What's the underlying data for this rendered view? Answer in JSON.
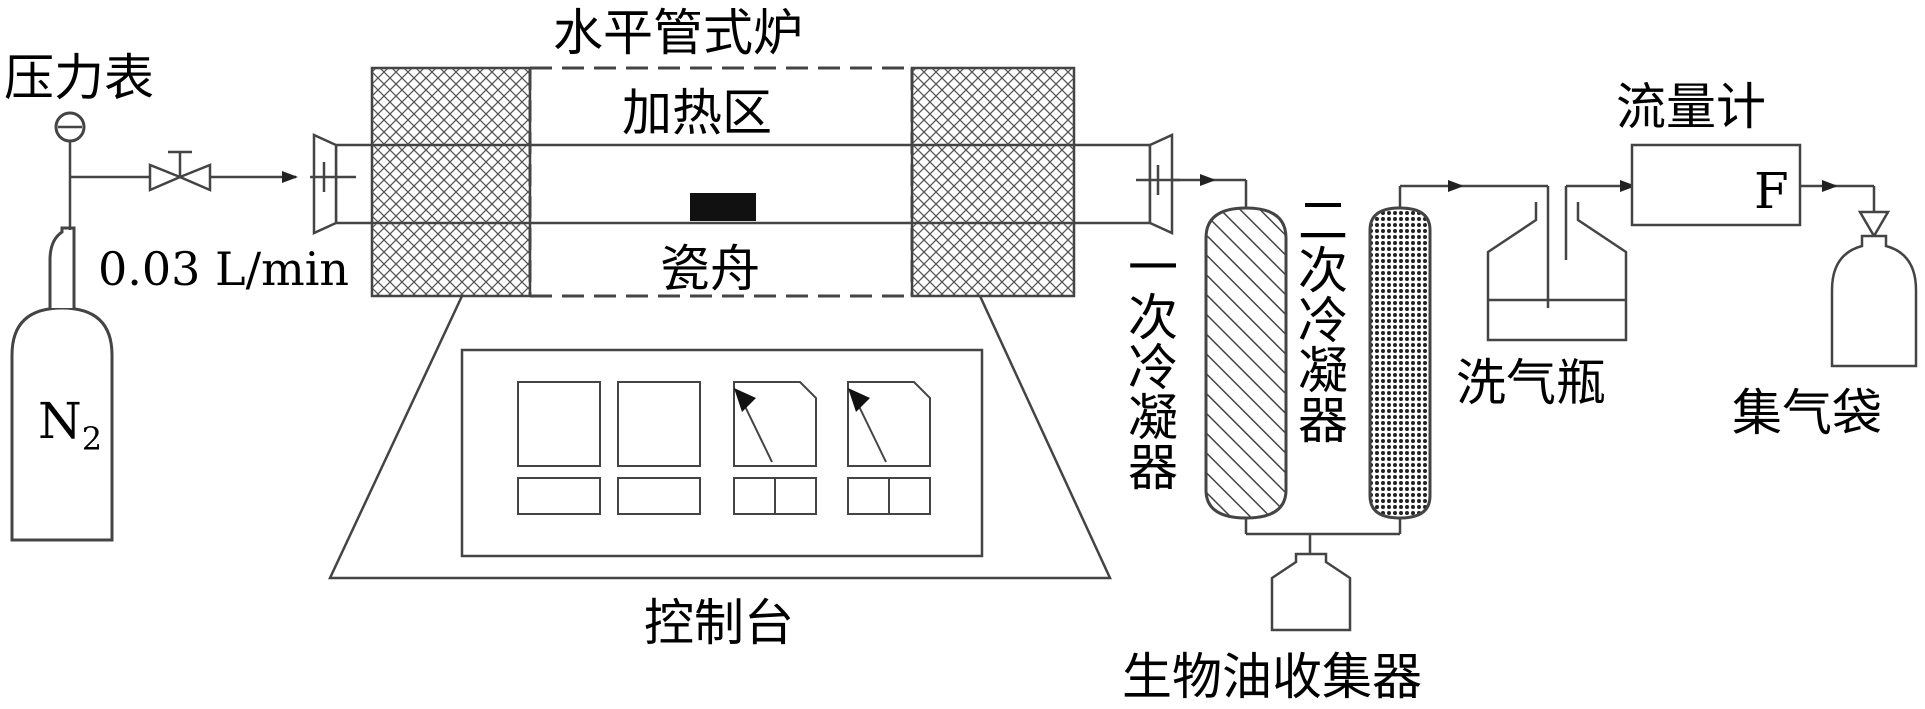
{
  "labels": {
    "pressure_gauge": "压力表",
    "flow_rate": "0.03 L/min",
    "n2_base": "N",
    "n2_sub": "2",
    "tube_furnace": "水平管式炉",
    "heating_zone": "加热区",
    "porcelain_boat": "瓷舟",
    "control_panel": "控制台",
    "primary_condenser": [
      "一",
      "次",
      "冷",
      "凝",
      "器"
    ],
    "secondary_condenser": [
      "二",
      "次",
      "冷",
      "凝",
      "器"
    ],
    "bio_oil_collector": "生物油收集器",
    "gas_washing_bottle": "洗气瓶",
    "flowmeter": "流量计",
    "flowmeter_symbol": "F",
    "gas_bag": "集气袋"
  },
  "colors": {
    "stroke": "#444444",
    "boat": "#111111",
    "hatch": "#555555"
  }
}
